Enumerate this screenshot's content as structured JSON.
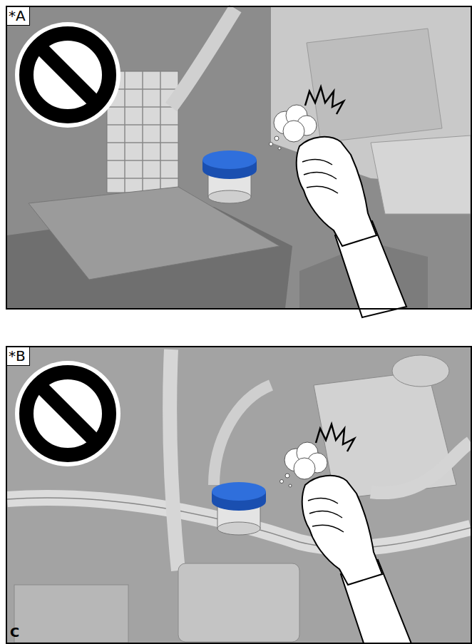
{
  "diagram": {
    "nodes": [
      {
        "text": [
          "*A"
        ]
      },
      {
        "text": [
          "*B"
        ]
      }
    ],
    "labels": [
      "C"
    ]
  }
}
